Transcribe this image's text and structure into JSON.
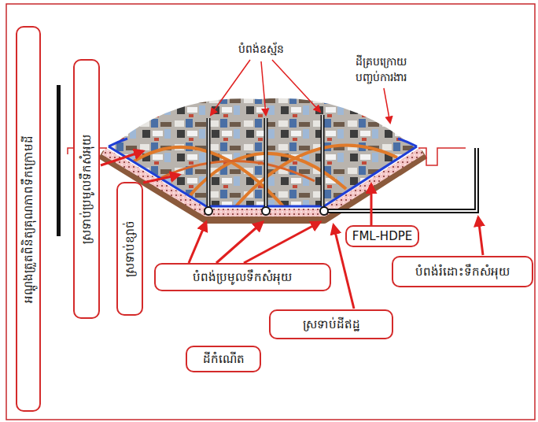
{
  "diagram": {
    "nodes": [
      {
        "text": [
          "អណ្ដូងត្រួតពិនិត្យគុណភាពទឹកក្រោមដី"
        ]
      },
      {
        "text": [
          "ស្រទាប់ប្រមូលទឹកសំអុយ"
        ]
      },
      {
        "text": [
          "ស្រទាប់ខ្សាច់"
        ]
      },
      {
        "text": [
          "បំពង់ប្រមូលទឹកសំអុយ"
        ]
      },
      {
        "text": [
          "ស្រទាប់ដីឥដ្ឋ"
        ]
      },
      {
        "text": [
          "ដីកំណើត"
        ]
      },
      {
        "text": [
          "FML-HDPE"
        ]
      },
      {
        "text": [
          "បំពង់រំដោះទឹកសំអុយ"
        ]
      }
    ],
    "labels": [
      "បំពង់ឧស្ម័ន",
      "ដីគ្របក្រោយ បញ្ចប់ការងារ"
    ]
  }
}
